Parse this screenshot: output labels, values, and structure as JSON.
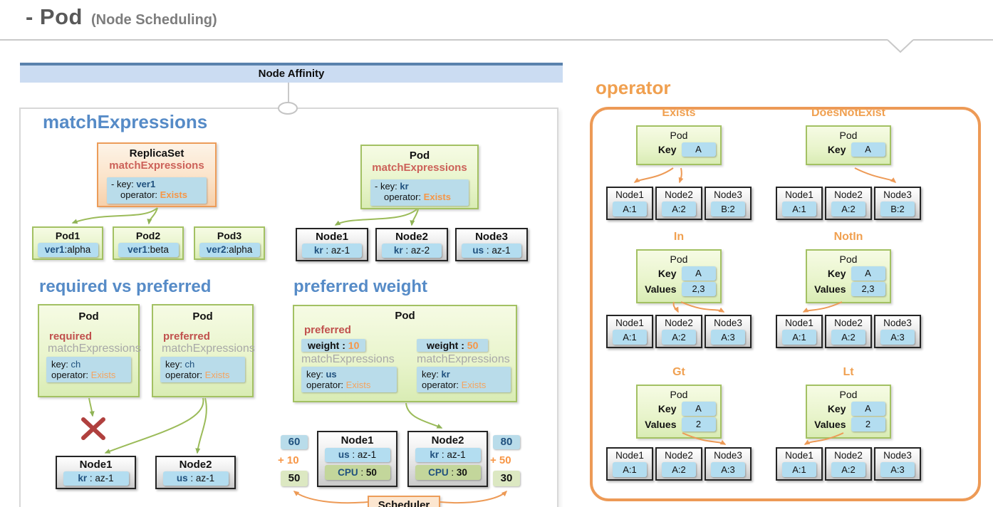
{
  "page": {
    "title": "- Pod",
    "subtitle": "(Node Scheduling)"
  },
  "node_affinity_header": "Node Affinity",
  "colors": {
    "heading_blue": "#568bc7",
    "heading_orange": "#f0a050",
    "accent_red": "#c0504d",
    "key_navy": "#20517e",
    "operator_orange": "#f79646",
    "green_border": "#a3c163",
    "orange_border": "#ed9a56",
    "chip_blue": "#b3ddf0",
    "muted_gray": "#a8a8a8"
  },
  "match_expressions": {
    "heading": "matchExpressions",
    "replicaset": {
      "title": "ReplicaSet",
      "subtitle": "matchExpressions",
      "key_label": "- key:",
      "key_value": "ver1",
      "op_label": "operator:",
      "op_value": "Exists"
    },
    "pods": [
      {
        "title": "Pod1",
        "chip_key": "ver1",
        "chip_rest": ":alpha"
      },
      {
        "title": "Pod2",
        "chip_key": "ver1",
        "chip_rest": ":beta"
      },
      {
        "title": "Pod3",
        "chip_key": "ver2",
        "chip_rest": ":alpha"
      }
    ],
    "pod": {
      "title": "Pod",
      "subtitle": "matchExpressions",
      "key_label": "- key:",
      "key_value": "kr",
      "op_label": "operator:",
      "op_value": "Exists"
    },
    "nodes": [
      {
        "title": "Node1",
        "chip_key": "kr",
        "chip_rest": " : az-1"
      },
      {
        "title": "Node2",
        "chip_key": "kr",
        "chip_rest": " : az-2"
      },
      {
        "title": "Node3",
        "chip_key": "us",
        "chip_rest": " : az-1"
      }
    ]
  },
  "required_vs_preferred": {
    "heading": "required vs preferred",
    "required_pod": {
      "title": "Pod",
      "mode": "required",
      "sub": "matchExpressions",
      "key_label": "key:",
      "key_value": "ch",
      "op_label": "operator:",
      "op_value": "Exists"
    },
    "preferred_pod": {
      "title": "Pod",
      "mode": "preferred",
      "sub": "matchExpressions",
      "key_label": "key:",
      "key_value": "ch",
      "op_label": "operator:",
      "op_value": "Exists"
    },
    "nodes": [
      {
        "title": "Node1",
        "chip_key": "kr",
        "chip_rest": " : az-1"
      },
      {
        "title": "Node2",
        "chip_key": "us",
        "chip_rest": " : az-1"
      }
    ]
  },
  "preferred_weight": {
    "heading": "preferred weight",
    "pod_title": "Pod",
    "mode": "preferred",
    "rules": [
      {
        "weight_label": "weight :",
        "weight_value": "10",
        "sub": "matchExpressions",
        "key_label": "key:",
        "key_value": "us",
        "op_label": "operator:",
        "op_value": "Exists"
      },
      {
        "weight_label": "weight :",
        "weight_value": "50",
        "sub": "matchExpressions",
        "key_label": "key:",
        "key_value": "kr",
        "op_label": "operator:",
        "op_value": "Exists"
      }
    ],
    "nodes": [
      {
        "title": "Node1",
        "chip_key": "us",
        "chip_rest": " : az-1",
        "cpu_label": "CPU",
        "cpu_sep": " : ",
        "cpu_value": "50"
      },
      {
        "title": "Node2",
        "chip_key": "kr",
        "chip_rest": " : az-1",
        "cpu_label": "CPU",
        "cpu_sep": " : ",
        "cpu_value": "30"
      }
    ],
    "scores_left": {
      "base": "60",
      "delta": "+ 10",
      "result": "50"
    },
    "scores_right": {
      "base": "80",
      "delta": "+ 50",
      "result": "30"
    },
    "scheduler": "Scheduler"
  },
  "operator": {
    "heading": "operator",
    "groups": [
      {
        "name": "Exists",
        "pod": "Pod",
        "key_label": "Key",
        "key_value": "A",
        "nodes": [
          {
            "label": "Node1",
            "chip": "A:1"
          },
          {
            "label": "Node2",
            "chip": "A:2"
          },
          {
            "label": "Node3",
            "chip": "B:2"
          }
        ]
      },
      {
        "name": "DoesNotExist",
        "pod": "Pod",
        "key_label": "Key",
        "key_value": "A",
        "nodes": [
          {
            "label": "Node1",
            "chip": "A:1"
          },
          {
            "label": "Node2",
            "chip": "A:2"
          },
          {
            "label": "Node3",
            "chip": "B:2"
          }
        ]
      },
      {
        "name": "In",
        "pod": "Pod",
        "key_label": "Key",
        "key_value": "A",
        "values_label": "Values",
        "values_value": "2,3",
        "nodes": [
          {
            "label": "Node1",
            "chip": "A:1"
          },
          {
            "label": "Node2",
            "chip": "A:2"
          },
          {
            "label": "Node3",
            "chip": "A:3"
          }
        ]
      },
      {
        "name": "NotIn",
        "pod": "Pod",
        "key_label": "Key",
        "key_value": "A",
        "values_label": "Values",
        "values_value": "2,3",
        "nodes": [
          {
            "label": "Node1",
            "chip": "A:1"
          },
          {
            "label": "Node2",
            "chip": "A:2"
          },
          {
            "label": "Node3",
            "chip": "A:3"
          }
        ]
      },
      {
        "name": "Gt",
        "pod": "Pod",
        "key_label": "Key",
        "key_value": "A",
        "values_label": "Values",
        "values_value": "2",
        "nodes": [
          {
            "label": "Node1",
            "chip": "A:1"
          },
          {
            "label": "Node2",
            "chip": "A:2"
          },
          {
            "label": "Node3",
            "chip": "A:3"
          }
        ]
      },
      {
        "name": "Lt",
        "pod": "Pod",
        "key_label": "Key",
        "key_value": "A",
        "values_label": "Values",
        "values_value": "2",
        "nodes": [
          {
            "label": "Node1",
            "chip": "A:1"
          },
          {
            "label": "Node2",
            "chip": "A:2"
          },
          {
            "label": "Node3",
            "chip": "A:3"
          }
        ]
      }
    ]
  }
}
